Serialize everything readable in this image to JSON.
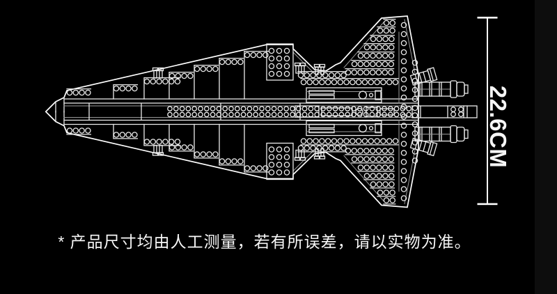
{
  "colors": {
    "background": "#000000",
    "right_strip": "#0d0d0d",
    "drawing_line": "#ececec",
    "outline": "#ffffff",
    "dimension": "#ffffff",
    "caption_text": "#f7f7f7"
  },
  "drawing": {
    "subject": "brick-built space shuttle top-view white wireframe on black"
  },
  "dimension": {
    "label": "22.6CM"
  },
  "caption": {
    "text": "* 产品尺寸均由人工测量，若有所误差，请以实物为准。"
  }
}
